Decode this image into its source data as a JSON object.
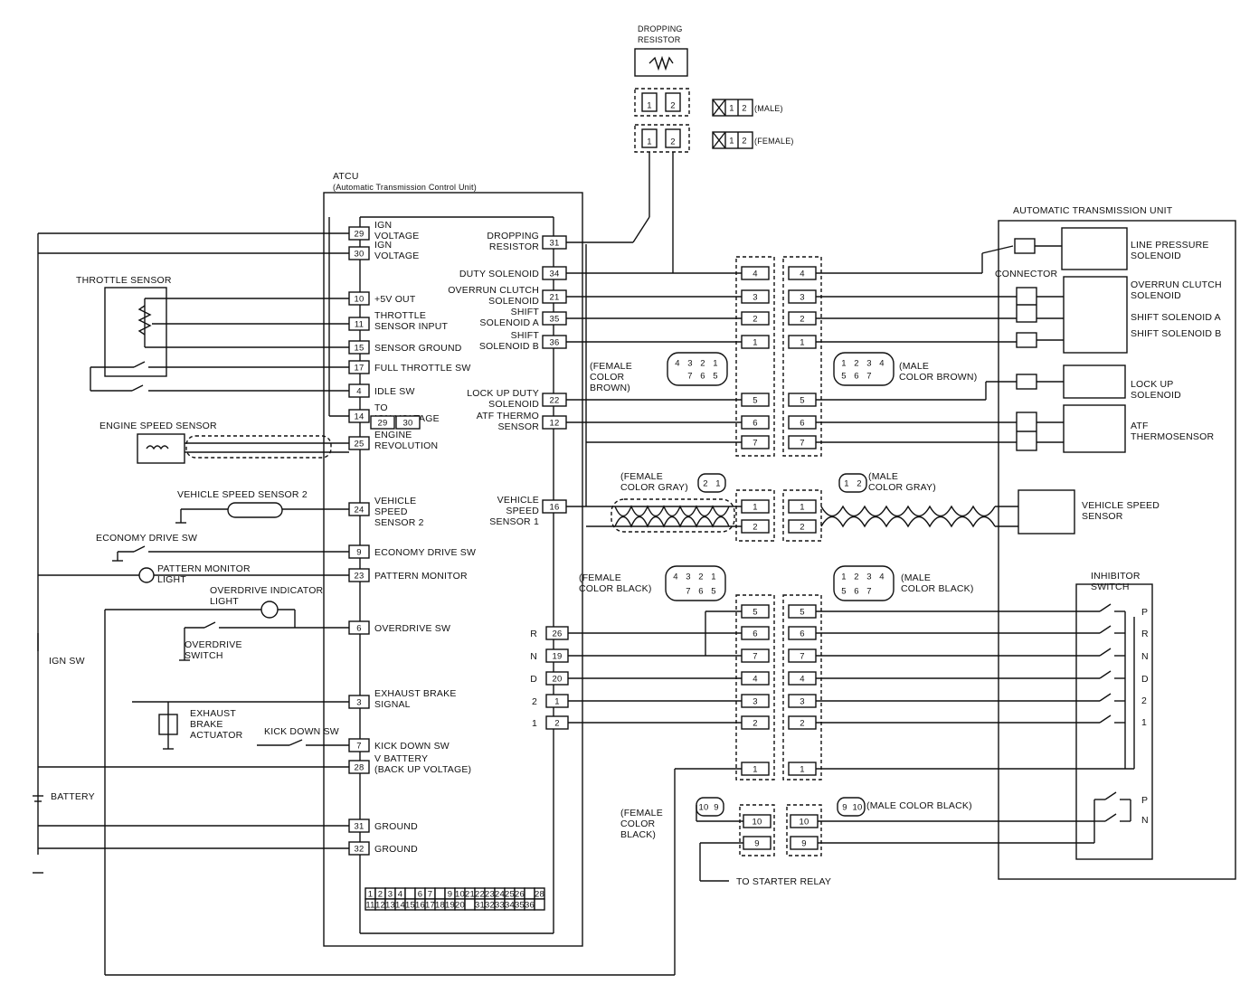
{
  "header": {
    "dropping_resistor": [
      "DROPPING",
      "RESISTOR"
    ],
    "male_legend": "(MALE)",
    "female_legend": "(FEMALE)",
    "legend_pins": [
      "1",
      "2"
    ]
  },
  "atcu": {
    "title": "ATCU",
    "subtitle": "(Automatic Transmission Control Unit)",
    "left_pins": [
      {
        "pin": "29",
        "label": [
          "IGN",
          "VOLTAGE"
        ]
      },
      {
        "pin": "30",
        "label": [
          "IGN",
          "VOLTAGE"
        ]
      },
      {
        "pin": "10",
        "label": [
          "+5V OUT"
        ]
      },
      {
        "pin": "11",
        "label": [
          "THROTTLE",
          "SENSOR INPUT"
        ]
      },
      {
        "pin": "15",
        "label": [
          "SENSOR GROUND"
        ]
      },
      {
        "pin": "17",
        "label": [
          "FULL THROTTLE SW"
        ]
      },
      {
        "pin": "4",
        "label": [
          "IDLE SW"
        ]
      },
      {
        "pin": "14",
        "label": [
          "TO",
          "IGN  VOLTAGE"
        ]
      },
      {
        "pin": "25",
        "label": [
          "ENGINE",
          "REVOLUTION"
        ]
      },
      {
        "pin": "24",
        "label": [
          "VEHICLE",
          "SPEED",
          "SENSOR 2"
        ]
      },
      {
        "pin": "9",
        "label": [
          "ECONOMY DRIVE SW"
        ]
      },
      {
        "pin": "23",
        "label": [
          "PATTERN MONITOR"
        ]
      },
      {
        "pin": "6",
        "label": [
          "OVERDRIVE SW"
        ]
      },
      {
        "pin": "3",
        "label": [
          "EXHAUST BRAKE",
          "SIGNAL"
        ]
      },
      {
        "pin": "7",
        "label": [
          "KICK DOWN SW"
        ]
      },
      {
        "pin": "28",
        "label": [
          "V BATTERY",
          "(BACK UP VOLTAGE)"
        ]
      },
      {
        "pin": "31",
        "label": [
          "GROUND"
        ]
      },
      {
        "pin": "32",
        "label": [
          "GROUND"
        ]
      }
    ],
    "ign_sub_pins": [
      "29",
      "30"
    ],
    "right_pins": [
      {
        "pin": "31",
        "label": [
          "DROPPING",
          "RESISTOR"
        ]
      },
      {
        "pin": "34",
        "label": [
          "DUTY SOLENOID"
        ]
      },
      {
        "pin": "21",
        "label": [
          "OVERRUN CLUTCH",
          "SOLENOID"
        ]
      },
      {
        "pin": "35",
        "label": [
          "SHIFT",
          "SOLENOID A"
        ]
      },
      {
        "pin": "36",
        "label": [
          "SHIFT",
          "SOLENOID B"
        ]
      },
      {
        "pin": "22",
        "label": [
          "LOCK UP DUTY",
          "SOLENOID"
        ]
      },
      {
        "pin": "12",
        "label": [
          "ATF THERMO",
          "SENSOR"
        ]
      },
      {
        "pin": "16",
        "label": [
          "VEHICLE",
          "SPEED",
          "SENSOR 1"
        ]
      }
    ],
    "range_pins": [
      {
        "range": "R",
        "pin": "26"
      },
      {
        "range": "N",
        "pin": "19"
      },
      {
        "range": "D",
        "pin": "20"
      },
      {
        "range": "2",
        "pin": "1"
      },
      {
        "range": "1",
        "pin": "2"
      }
    ],
    "bottom_connector": {
      "row1": [
        "1",
        "2",
        "3",
        "4",
        "",
        "6",
        "7",
        "",
        "9",
        "10",
        "21",
        "22",
        "23",
        "24",
        "25",
        "26",
        "",
        "28"
      ],
      "row2": [
        "11",
        "12",
        "13",
        "14",
        "15",
        "16",
        "17",
        "18",
        "19",
        "20",
        "",
        "31",
        "32",
        "33",
        "34",
        "35",
        "36",
        ""
      ]
    }
  },
  "left_components": {
    "throttle_sensor": "THROTTLE SENSOR",
    "engine_speed_sensor": "ENGINE SPEED SENSOR",
    "vehicle_speed_sensor_2": "VEHICLE SPEED SENSOR 2",
    "economy_drive_sw": "ECONOMY DRIVE SW",
    "pattern_monitor_light": [
      "PATTERN MONITOR",
      "LIGHT"
    ],
    "overdrive_indicator_light": [
      "OVERDRIVE INDICATOR",
      "LIGHT"
    ],
    "overdrive_switch": [
      "OVERDRIVE",
      "SWITCH"
    ],
    "ign_sw": "IGN SW",
    "exhaust_brake_actuator": [
      "EXHAUST",
      "BRAKE",
      "ACTUATOR"
    ],
    "kick_down_sw": "KICK DOWN SW",
    "battery": "BATTERY"
  },
  "connectors": {
    "brown_female": [
      "(FEMALE",
      "COLOR",
      "BROWN)"
    ],
    "brown_male": [
      "(MALE",
      "COLOR BROWN)"
    ],
    "brown_pins_top": [
      "4",
      "3",
      "2",
      "1"
    ],
    "brown_pins_bottom": [
      "",
      "7",
      "6",
      "5"
    ],
    "brown_male_top": [
      "1",
      "2",
      "3",
      "4"
    ],
    "brown_male_bottom": [
      "5",
      "6",
      "7",
      ""
    ],
    "brown_rows": [
      "4",
      "3",
      "2",
      "1",
      "5",
      "6",
      "7"
    ],
    "gray_female": [
      "(FEMALE",
      "COLOR GRAY)"
    ],
    "gray_male": [
      "(MALE",
      "COLOR GRAY)"
    ],
    "gray_female_pins": [
      "2",
      "1"
    ],
    "gray_male_pins": [
      "1",
      "2"
    ],
    "gray_rows": [
      "1",
      "2"
    ],
    "black_female": [
      "(FEMALE",
      "COLOR BLACK)"
    ],
    "black_male": [
      "(MALE",
      "COLOR BLACK)"
    ],
    "black_rows": [
      "5",
      "6",
      "7",
      "4",
      "3",
      "2",
      "1"
    ],
    "black2_female": [
      "(FEMALE",
      "COLOR",
      "BLACK)"
    ],
    "black2_male": "(MALE COLOR BLACK)",
    "black2_female_pins": [
      "10",
      "9"
    ],
    "black2_male_pins": [
      "9",
      "10"
    ],
    "black2_rows": [
      "10",
      "9"
    ],
    "to_starter_relay": "TO STARTER RELAY"
  },
  "transmission_unit": {
    "title": "AUTOMATIC TRANSMISSION UNIT",
    "connector": "CONNECTOR",
    "line_pressure": [
      "LINE PRESSURE",
      "SOLENOID"
    ],
    "overrun_clutch": [
      "OVERRUN CLUTCH",
      "SOLENOID"
    ],
    "shift_a": "SHIFT SOLENOID A",
    "shift_b": "SHIFT SOLENOID B",
    "lock_up": [
      "LOCK UP",
      "SOLENOID"
    ],
    "atf_thermo": [
      "ATF",
      "THERMOSENSOR"
    ],
    "vehicle_speed_sensor": [
      "VEHICLE SPEED",
      "SENSOR"
    ],
    "inhibitor_switch": [
      "INHIBITOR",
      "SWITCH"
    ],
    "inhibitor_positions": [
      "P",
      "R",
      "N",
      "D",
      "2",
      "1"
    ],
    "inhibitor_positions_2": [
      "P",
      "N"
    ]
  }
}
